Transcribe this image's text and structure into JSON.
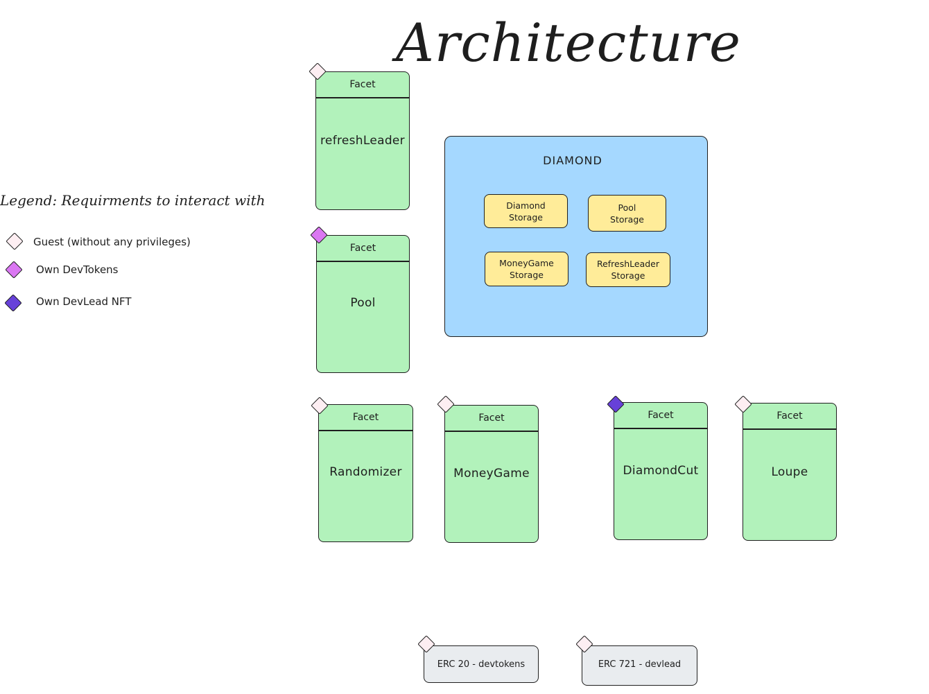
{
  "title": "Architecture",
  "legend": {
    "title": "Legend: Requirments to interact with",
    "items": [
      {
        "label": "Guest (without any privileges)",
        "color": "#fdeef2"
      },
      {
        "label": "Own DevTokens",
        "color": "#da77f2"
      },
      {
        "label": "Own DevLead NFT",
        "color": "#6741d9"
      }
    ]
  },
  "facet_header": "Facet",
  "facets": [
    {
      "name": "refreshLeader",
      "access": "guest"
    },
    {
      "name": "Pool",
      "access": "devtokens"
    },
    {
      "name": "Randomizer",
      "access": "guest"
    },
    {
      "name": "MoneyGame",
      "access": "guest"
    },
    {
      "name": "DiamondCut",
      "access": "devlead"
    },
    {
      "name": "Loupe",
      "access": "guest"
    }
  ],
  "diamond": {
    "label": "DIAMOND",
    "storages": [
      "Diamond\nStorage",
      "Pool\nStorage",
      "MoneyGame\nStorage",
      "RefreshLeader\nStorage"
    ]
  },
  "tokens": [
    {
      "label": "ERC 20 - devtokens",
      "access": "guest"
    },
    {
      "label": "ERC 721 - devlead",
      "access": "guest"
    }
  ],
  "colors": {
    "facet_fill": "#b2f2bb",
    "diamond_fill": "#a5d8ff",
    "storage_fill": "#ffec99",
    "token_fill": "#e9ecef",
    "guest": "#fdeef2",
    "devtokens": "#da77f2",
    "devlead": "#6741d9"
  }
}
